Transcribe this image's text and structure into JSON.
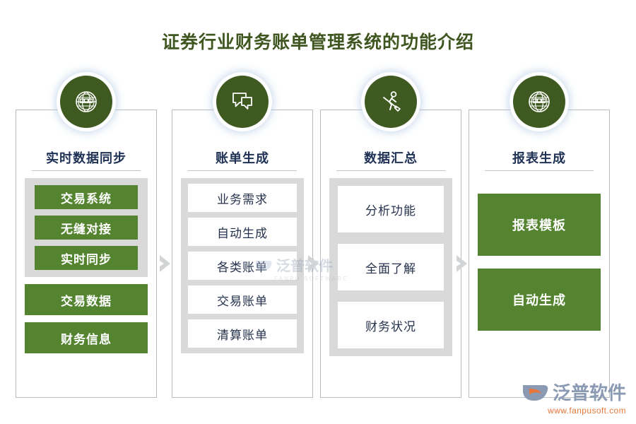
{
  "page": {
    "title": "证券行业财务账单管理系统的功能介绍",
    "title_color": "#3f5620",
    "background": "#ffffff",
    "accent_green": "#558430",
    "badge_green": "#3e5a21",
    "grey_panel": "#d9d9d9",
    "title_text_color": "#1f3255"
  },
  "watermark": {
    "center_text": "泛普软件",
    "center_sub": "FANPU SOFTWARE"
  },
  "logo": {
    "name": "泛普软件",
    "url": "www.fanpusoft.com",
    "url_color": "#e07a3c",
    "text_color": "#8a9ab3"
  },
  "separators": [
    {
      "icon": "chevron-right-icon"
    },
    {
      "icon": "chevron-right-icon"
    },
    {
      "icon": "chevron-right-icon"
    }
  ],
  "columns": [
    {
      "id": "realtime-data-sync",
      "title": "实时数据同步",
      "icon": "globe-icon",
      "grouped": [
        {
          "label": "交易系统",
          "style": "green"
        },
        {
          "label": "无缝对接",
          "style": "green"
        },
        {
          "label": "实时同步",
          "style": "green"
        }
      ],
      "standalone": [
        {
          "label": "交易数据",
          "style": "green"
        },
        {
          "label": "财务信息",
          "style": "green"
        }
      ]
    },
    {
      "id": "bill-generation",
      "title": "账单生成",
      "icon": "chat-bubbles-icon",
      "grouped": [
        {
          "label": "业务需求",
          "style": "white"
        },
        {
          "label": "自动生成",
          "style": "white"
        },
        {
          "label": "各类账单",
          "style": "white"
        },
        {
          "label": "交易账单",
          "style": "white"
        },
        {
          "label": "清算账单",
          "style": "white"
        }
      ],
      "standalone": []
    },
    {
      "id": "data-aggregation",
      "title": "数据汇总",
      "icon": "rowing-person-icon",
      "grouped": [
        {
          "label": "分析功能",
          "style": "white"
        },
        {
          "label": "全面了解",
          "style": "white"
        },
        {
          "label": "财务状况",
          "style": "white"
        }
      ],
      "standalone": []
    },
    {
      "id": "report-generation",
      "title": "报表生成",
      "icon": "globe-icon",
      "grouped": [],
      "standalone": [
        {
          "label": "报表模板",
          "style": "green-big"
        },
        {
          "label": "自动生成",
          "style": "green-big"
        }
      ]
    }
  ]
}
